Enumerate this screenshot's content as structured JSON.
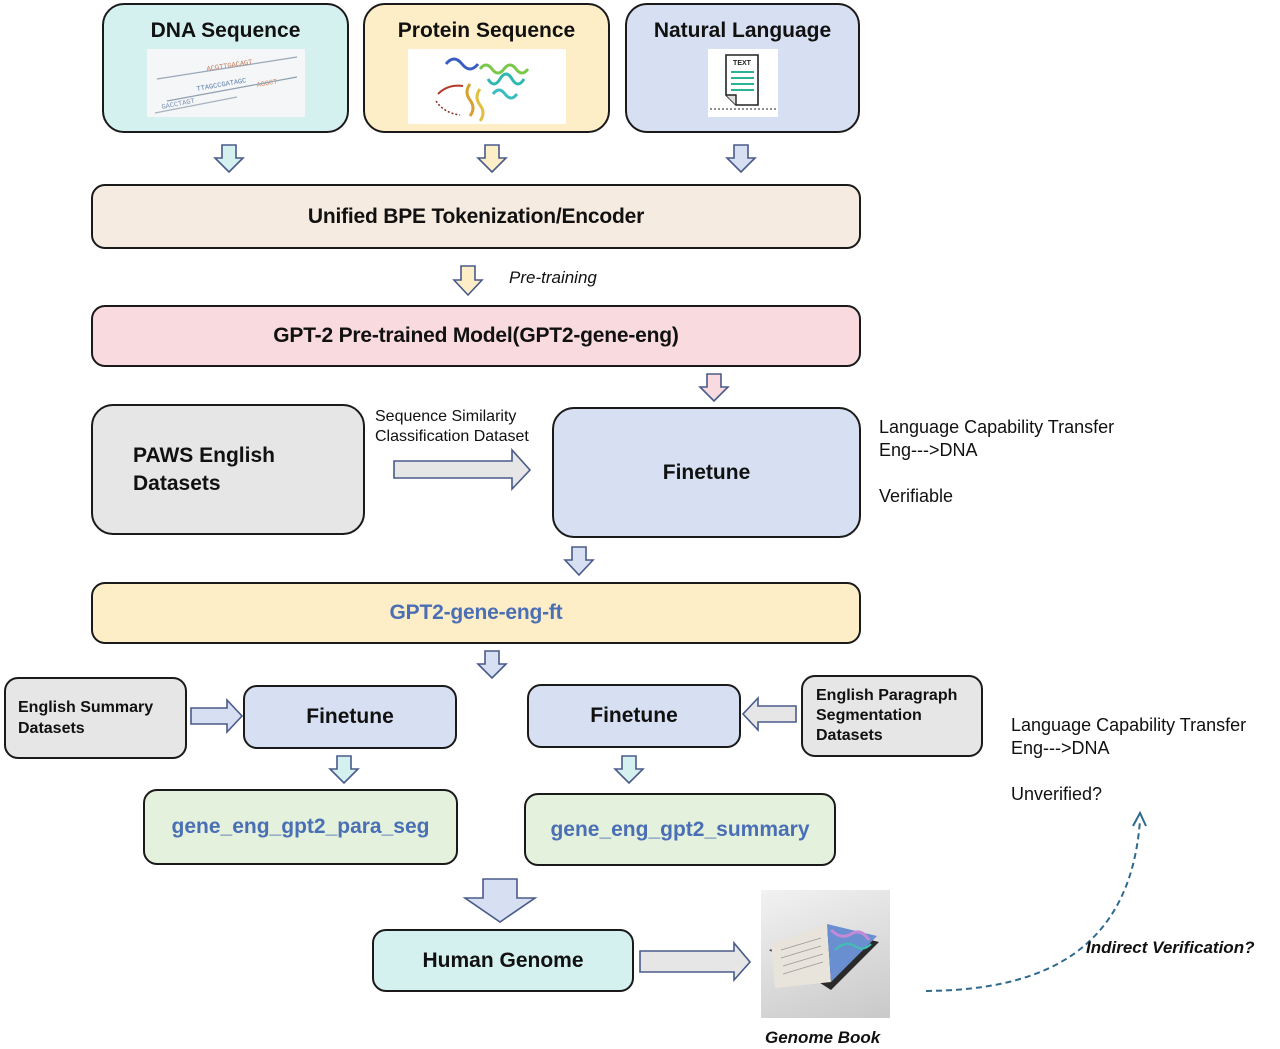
{
  "inputs": {
    "dna": {
      "label": "DNA Sequence",
      "image": "dna-sequence-image"
    },
    "protein": {
      "label": "Protein Sequence",
      "image": "protein-structure-image"
    },
    "natural": {
      "label": "Natural Language",
      "image": "text-document-icon",
      "icon_text": "TEXT"
    }
  },
  "tokenizer": {
    "label": "Unified BPE Tokenization/Encoder"
  },
  "pretraining": {
    "label": "Pre-training"
  },
  "pretrained_model": {
    "label": "GPT-2 Pre-trained Model(GPT2-gene-eng)"
  },
  "paws": {
    "label_line1": "PAWS English",
    "label_line2": "Datasets"
  },
  "similarity_label": {
    "line1": "Sequence Similarity",
    "line2": "Classification Dataset"
  },
  "finetune_main": {
    "label": "Finetune"
  },
  "transfer_verified": {
    "line1": "Language Capability Transfer",
    "line2": "Eng--->DNA",
    "line3": "Verifiable"
  },
  "ft_model": {
    "label": "GPT2-gene-eng-ft"
  },
  "summary_datasets": {
    "line1": "English Summary",
    "line2": "Datasets"
  },
  "finetune_left": {
    "label": "Finetune"
  },
  "finetune_right": {
    "label": "Finetune"
  },
  "para_datasets": {
    "line1": "English Paragraph",
    "line2": "Segmentation",
    "line3": "Datasets"
  },
  "para_seg_model": {
    "label": "gene_eng_gpt2_para_seg"
  },
  "summary_model": {
    "label": "gene_eng_gpt2_summary"
  },
  "transfer_unverified": {
    "line1": "Language Capability Transfer",
    "line2": "Eng--->DNA",
    "line3": "Unverified?"
  },
  "human_genome": {
    "label": "Human Genome"
  },
  "genome_book": {
    "label": "Genome Book"
  },
  "indirect": {
    "label": "Indirect Verification?"
  },
  "colors": {
    "dna_fill": "#d4f0ef",
    "protein_fill": "#fdeec7",
    "natural_fill": "#d7e0f2",
    "tokenizer_fill": "#f6ebe0",
    "pretrained_fill": "#f8dadf",
    "gray_fill": "#e6e6e6",
    "finetune_fill": "#d7e0f2",
    "ft_fill": "#fdeec7",
    "green_fill": "#e4f1dc",
    "genome_fill": "#d4f0ef",
    "blue_text": "#4a6fb5",
    "arrow_stroke": "#4a5a8a",
    "dashed": "#2f6a8e"
  }
}
